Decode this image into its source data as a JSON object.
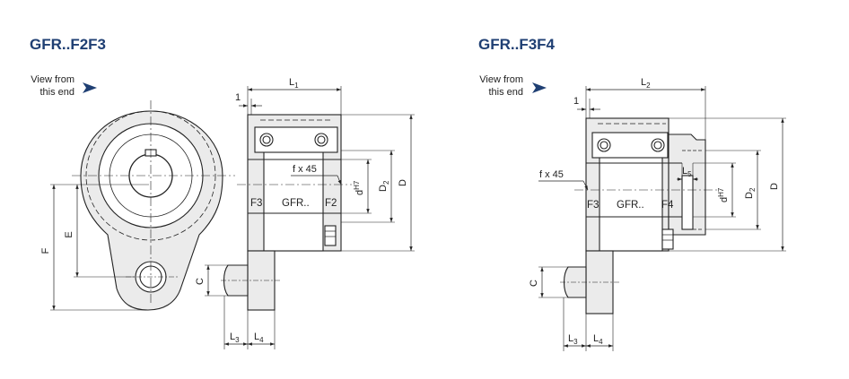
{
  "diagrams": [
    {
      "title": "GFR..F2F3",
      "view_note": [
        "View from",
        "this end"
      ],
      "dims": {
        "top_offset": "1",
        "length": "L",
        "length_sub": "1",
        "chamfer": "f x 45",
        "bore": "d",
        "bore_tol": "H7",
        "d2": "D",
        "d2_sub": "2",
        "outer": "D",
        "e": "E",
        "f": "F",
        "c": "C",
        "l3": "L",
        "l3_sub": "3",
        "l4": "L",
        "l4_sub": "4"
      },
      "labels": {
        "flange_a": "F3",
        "model": "GFR..",
        "flange_b": "F2"
      }
    },
    {
      "title": "GFR..F3F4",
      "view_note": [
        "View from",
        "this end"
      ],
      "dims": {
        "top_offset": "1",
        "length": "L",
        "length_sub": "2",
        "chamfer": "f x 45",
        "l5": "L",
        "l5_sub": "5",
        "bore": "d",
        "bore_tol": "H7",
        "d2": "D",
        "d2_sub": "2",
        "outer": "D",
        "c": "C",
        "l3": "L",
        "l3_sub": "3",
        "l4": "L",
        "l4_sub": "4"
      },
      "labels": {
        "flange_a": "F3",
        "model": "GFR..",
        "flange_b": "F4"
      }
    }
  ],
  "colors": {
    "title": "#1f3f73",
    "arrow": "#1f3f73",
    "part_fill": "#ebebeb",
    "line": "#222222"
  }
}
